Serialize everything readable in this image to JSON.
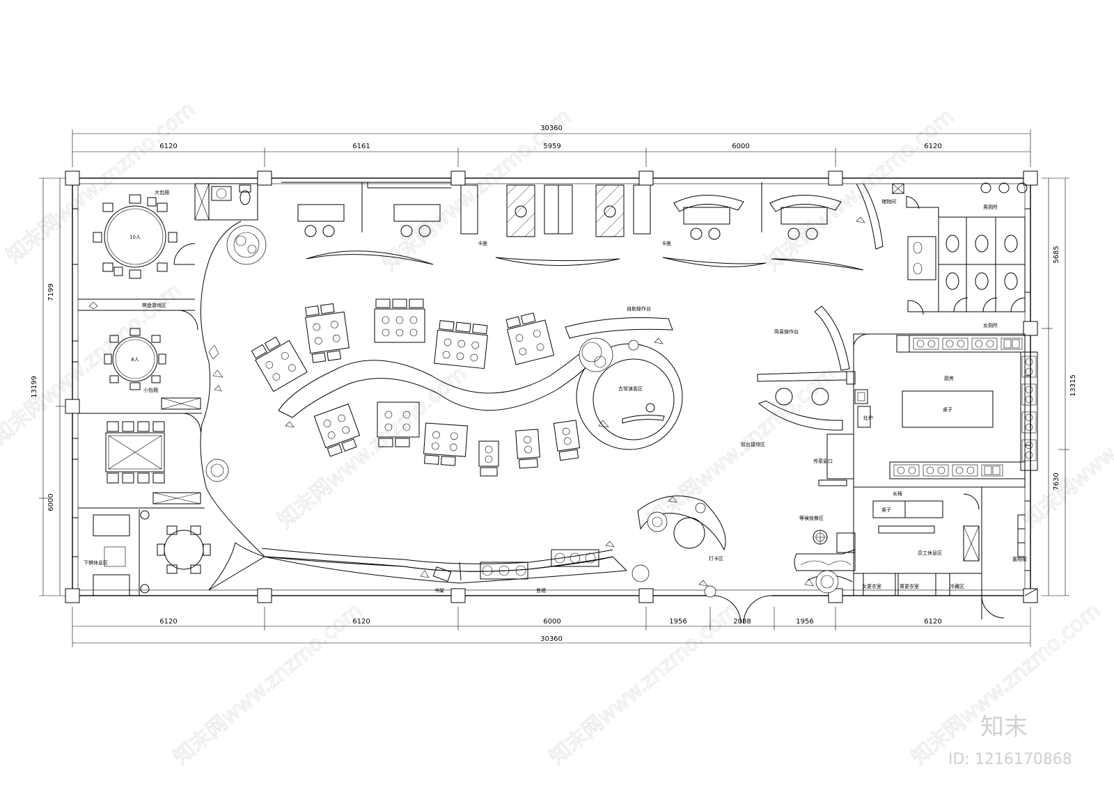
{
  "dimensions": {
    "top_total": "30360",
    "top_segments": [
      "6120",
      "6161",
      "5959",
      "6000",
      "6120"
    ],
    "bottom_segments": [
      "6120",
      "6120",
      "6000",
      "1956",
      "2088",
      "1956",
      "6120"
    ],
    "bottom_total": "30360",
    "left_segments": [
      "7199",
      "13199",
      "6000"
    ],
    "right_segments": [
      "5685",
      "13315",
      "7630"
    ]
  },
  "rooms": {
    "large_private_room": "大包厢",
    "table_10": "10人",
    "chess_game_area": "棋盘游戏区",
    "table_8": "8人",
    "small_private_room": "小包厢",
    "tea_rest_area": "下棋休息区",
    "booth_1": "卡座",
    "booth_2": "卡座",
    "self_service_counter": "自助操作台",
    "guzheng_stage": "古琴演奏区",
    "bar_counter": "简易操作台",
    "kitchen": "厨房",
    "kitchen_table": "桌子",
    "storage": "储物间",
    "mens_restroom": "男厕所",
    "womens_restroom": "女厕所",
    "reception": "前台接待区",
    "pickup_window": "传菜窗口",
    "bench": "长椅",
    "staff_table": "桌子",
    "waiting_area": "等候就餐区",
    "photo_area": "打卡区",
    "staff_rest": "员工休息区",
    "shelf_room": "置物架",
    "mens_locker": "男更衣室",
    "womens_locker": "女更衣室",
    "cold_storage": "冷藏区",
    "bookshelf": "书架",
    "landscape_wall": "景墙",
    "stove": "灶炉"
  },
  "brand": {
    "logo_text": "知末",
    "id_text": "ID: 1216170868",
    "watermark": "知末网www.znzmo.com"
  },
  "colors": {
    "line": "#000000",
    "background": "#ffffff",
    "logo": "#d0d0d0"
  }
}
